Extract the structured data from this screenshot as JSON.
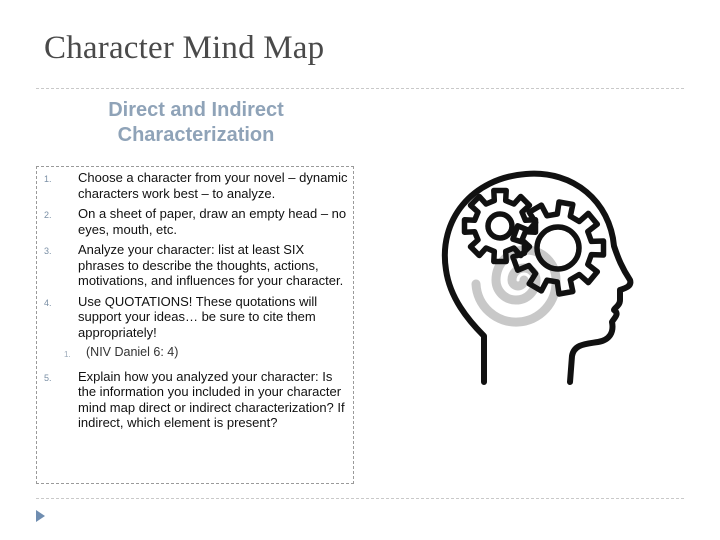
{
  "slide": {
    "title": "Character Mind Map",
    "subtitle_lines": [
      "Direct and Indirect",
      "Characterization"
    ]
  },
  "steps": [
    {
      "marker": "1.",
      "text": "Choose a character from your novel – dynamic characters work best – to analyze."
    },
    {
      "marker": "2.",
      "text": "On a sheet of paper, draw an empty head – no eyes, mouth, etc."
    },
    {
      "marker": "3.",
      "text": "Analyze your character: list at least  SIX phrases to describe the thoughts, actions, motivations, and influences for your character."
    },
    {
      "marker": "4.",
      "text": "Use QUOTATIONS! These quotations will support your ideas… be sure to cite them appropriately!"
    },
    {
      "marker": "1.",
      "text": "(NIV Daniel 6: 4)",
      "level": 2
    },
    {
      "marker": "5.",
      "text": "Explain how you analyzed your character: Is the information you included in your character mind map direct or indirect characterization? If indirect, which element is present?"
    }
  ],
  "illustration": {
    "icon": "head-with-gears-icon",
    "stroke_color": "#111111",
    "spiral_color": "#c8c8c8"
  },
  "theme": {
    "title_color": "#4a4a4a",
    "subtitle_color": "#8fa3b8",
    "marker_color": "#7a8fa5",
    "arrow_color": "#6f8db0"
  }
}
